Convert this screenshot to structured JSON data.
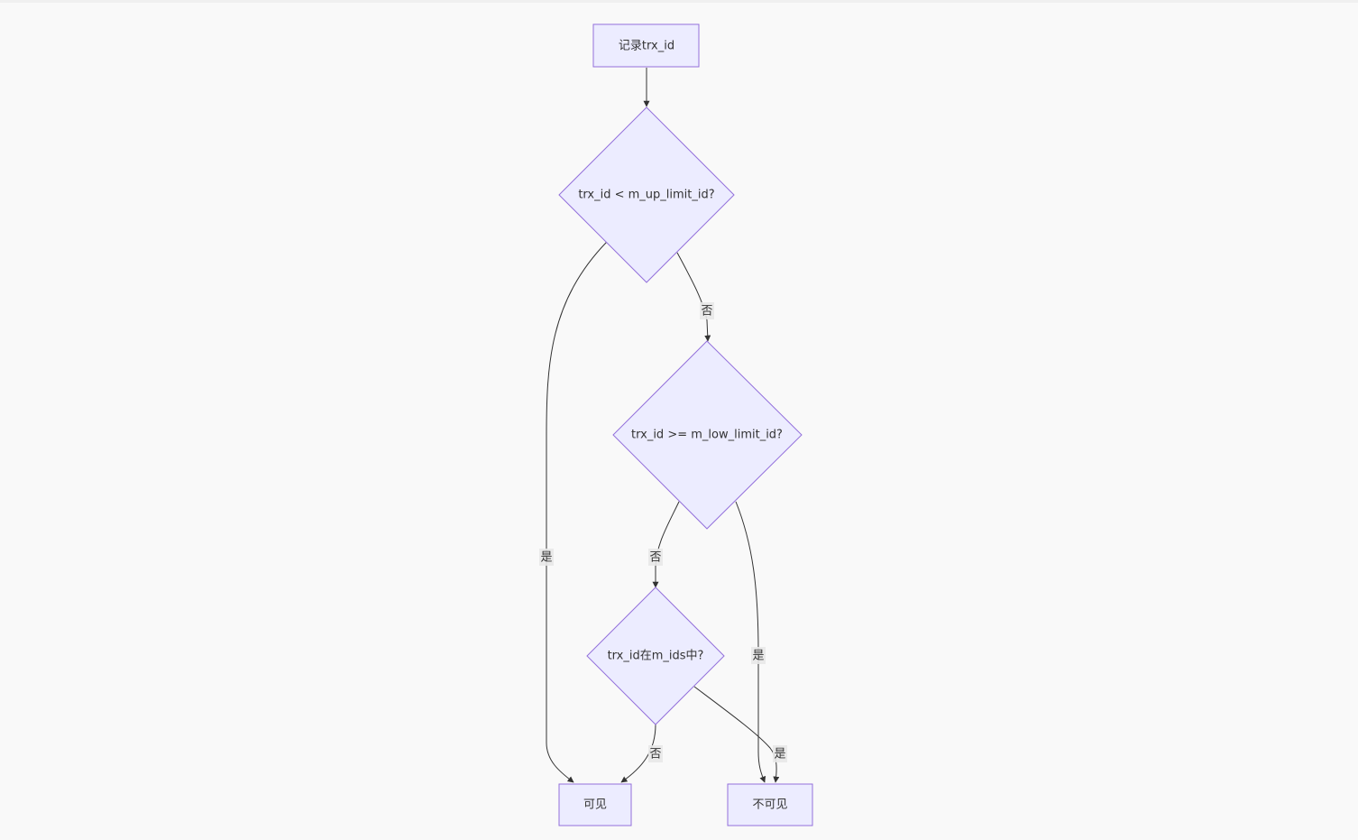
{
  "nodes": {
    "record": "记录trx_id",
    "check_up": "trx_id < m_up_limit_id?",
    "check_low": "trx_id >= m_low_limit_id?",
    "check_ids": "trx_id在m_ids中?",
    "visible": "可见",
    "invisible": "不可见"
  },
  "edges": {
    "up_yes": "是",
    "up_no": "否",
    "low_no": "否",
    "low_yes": "是",
    "ids_no": "否",
    "ids_yes": "是"
  },
  "colors": {
    "node_fill": "#ECECFF",
    "node_stroke": "#9370DB",
    "edge": "#333333",
    "background": "#f9f9f9"
  }
}
